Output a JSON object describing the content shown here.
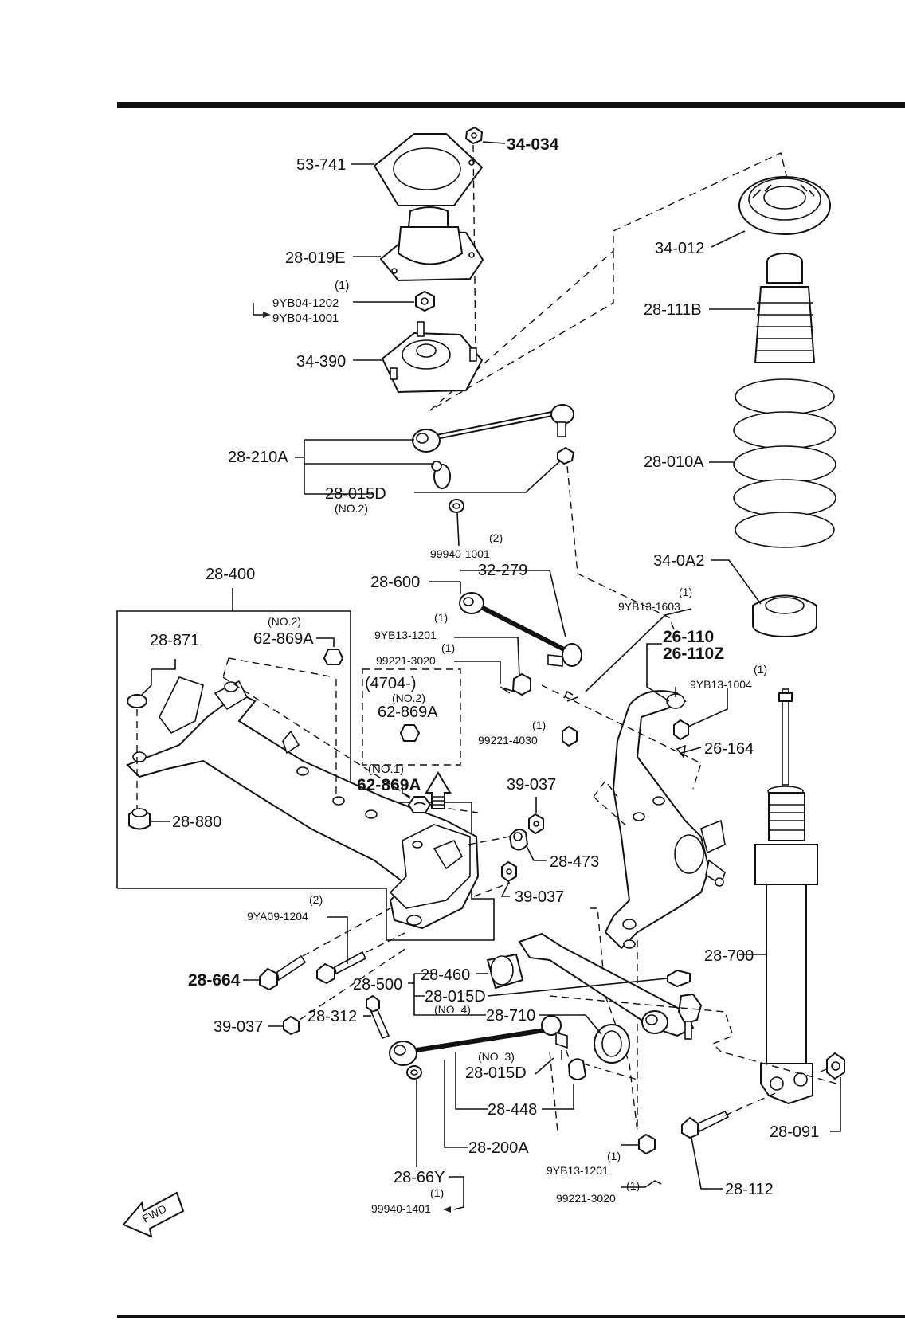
{
  "labels": {
    "l_53741": "53-741",
    "l_34034": "34-034",
    "l_34012": "34-012",
    "l_28019E": "28-019E",
    "l_28111B": "28-111B",
    "l_q1a": "(1)",
    "l_9YB041202": "9YB04-1202",
    "l_9YB041001": "9YB04-1001",
    "l_34390": "34-390",
    "l_28210A": "28-210A",
    "l_28010A": "28-010A",
    "l_28015D_a": "28-015D",
    "l_no2_a": "(NO.2)",
    "l_q2a": "(2)",
    "l_999401001": "99940-1001",
    "l_340A2": "34-0A2",
    "l_28400": "28-400",
    "l_28600": "28-600",
    "l_32279": "32-279",
    "l_q1b": "(1)",
    "l_9YB131603": "9YB13-1603",
    "l_no2_b": "(NO.2)",
    "l_62869A_a": "62-869A",
    "l_28871": "28-871",
    "l_q1c": "(1)",
    "l_9YB131201_a": "9YB13-1201",
    "l_q1d": "(1)",
    "l_992213020_a": "99221-3020",
    "l_26110": "26-110",
    "l_26110Z": "26-110Z",
    "l_4704": "(4704-)",
    "l_no2_c": "(NO.2)",
    "l_62869A_b": "62-869A",
    "l_q1e": "(1)",
    "l_9YB131004": "9YB13-1004",
    "l_q1f": "(1)",
    "l_992214030": "99221-4030",
    "l_26164": "26-164",
    "l_no1": "(NO.1)",
    "l_62869A_c": "62-869A",
    "l_39037_a": "39-037",
    "l_28880": "28-880",
    "l_28473": "28-473",
    "l_39037_b": "39-037",
    "l_q2b": "(2)",
    "l_9YA091204": "9YA09-1204",
    "l_28700": "28-700",
    "l_28664": "28-664",
    "l_28460": "28-460",
    "l_28500": "28-500",
    "l_28015D_b": "28-015D",
    "l_no4": "(NO. 4)",
    "l_28710": "28-710",
    "l_39037_c": "39-037",
    "l_28312": "28-312",
    "l_no3": "(NO. 3)",
    "l_28015D_c": "28-015D",
    "l_28448": "28-448",
    "l_28091": "28-091",
    "l_28200A": "28-200A",
    "l_q1g": "(1)",
    "l_9YB131201_b": "9YB13-1201",
    "l_q1h": "(1)",
    "l_992213020_b": "99221-3020",
    "l_28112": "28-112",
    "l_2866Y": "28-66Y",
    "l_q1i": "(1)",
    "l_999401401": "99940-1401",
    "l_fwd": "FWD"
  }
}
